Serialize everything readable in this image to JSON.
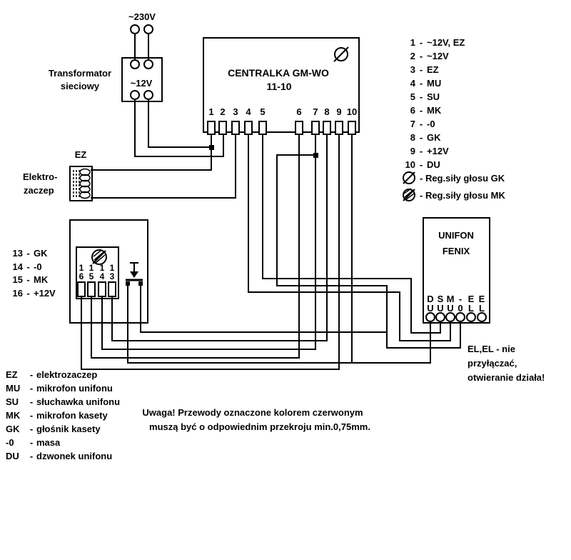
{
  "colors": {
    "line": "#000000",
    "bg": "#ffffff"
  },
  "transformer": {
    "input_voltage": "~230V",
    "output_voltage": "~12V",
    "name_line1": "Transformator",
    "name_line2": "sieciowy"
  },
  "centralka": {
    "title": "CENTRALKA GM-WO",
    "model": "11-10",
    "terminals": [
      "1",
      "2",
      "3",
      "4",
      "5",
      "6",
      "7",
      "8",
      "9",
      "10"
    ]
  },
  "elektrozaczep": {
    "code": "EZ",
    "name_line1": "Elektro-",
    "name_line2": "zaczep"
  },
  "kaseta": {
    "terminal_tens": [
      "1",
      "1",
      "1",
      "1"
    ],
    "terminal_units": [
      "6",
      "5",
      "4",
      "3"
    ],
    "legend": [
      {
        "n": "13",
        "t": "GK"
      },
      {
        "n": "14",
        "t": "-0"
      },
      {
        "n": "15",
        "t": "MK"
      },
      {
        "n": "16",
        "t": "+12V"
      }
    ]
  },
  "unifon": {
    "name_line1": "UNIFON",
    "name_line2": "FENIX",
    "terminals_top": [
      "D",
      "S",
      "M",
      "-",
      "E",
      "E"
    ],
    "terminals_bottom": [
      "U",
      "U",
      "U",
      "0",
      "L",
      "L"
    ],
    "warning_line1": "EL,EL - nie",
    "warning_line2": "przyłączać,",
    "warning_line3": "otwieranie działa!"
  },
  "terminal_legend": {
    "items": [
      {
        "n": "1",
        "t": "~12V, EZ"
      },
      {
        "n": "2",
        "t": "~12V"
      },
      {
        "n": "3",
        "t": "EZ"
      },
      {
        "n": "4",
        "t": "MU"
      },
      {
        "n": "5",
        "t": "SU"
      },
      {
        "n": "6",
        "t": "MK"
      },
      {
        "n": "7",
        "t": "-0"
      },
      {
        "n": "8",
        "t": "GK"
      },
      {
        "n": "9",
        "t": "+12V"
      },
      {
        "n": "10",
        "t": "DU"
      }
    ],
    "reg_gk": "-  Reg.siły głosu  GK",
    "reg_mk": "-  Reg.siły głosu  MK"
  },
  "abbreviations": {
    "items": [
      {
        "a": "EZ",
        "t": "elektrozaczep"
      },
      {
        "a": "MU",
        "t": "mikrofon unifonu"
      },
      {
        "a": "SU",
        "t": "słuchawka unifonu"
      },
      {
        "a": "MK",
        "t": "mikrofon kasety"
      },
      {
        "a": "GK",
        "t": "głośnik kasety"
      },
      {
        "a": "-0",
        "t": "masa"
      },
      {
        "a": "DU",
        "t": "dzwonek unifonu"
      }
    ]
  },
  "warning": {
    "line1": "Uwaga! Przewody oznaczone kolorem czerwonym",
    "line2": "muszą być o odpowiednim przekroju min.0,75mm."
  }
}
